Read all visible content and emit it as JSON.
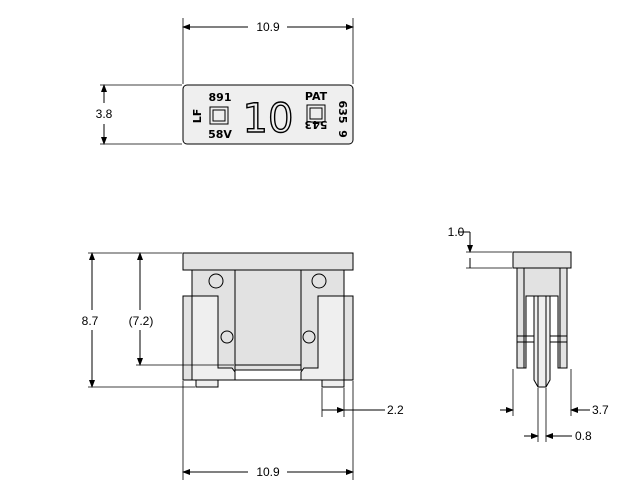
{
  "top_view": {
    "width_dim": "10.9",
    "height_dim": "3.8",
    "mark_left_top": "891",
    "mark_left_bottom": "58V",
    "mark_rating": "10",
    "mark_right_top": "PAT",
    "mark_right_bottom": "543",
    "mark_right_side": "635",
    "mark_right_side_extra": "9",
    "mark_logo": "LF"
  },
  "front_view": {
    "height_dim": "8.7",
    "inner_height_dim": "(7.2)",
    "blade_width_dim": "2.2",
    "bottom_width_dim": "10.9"
  },
  "side_view": {
    "top_dim": "1.0",
    "width_dim": "3.7",
    "blade_thickness_dim": "0.8"
  }
}
